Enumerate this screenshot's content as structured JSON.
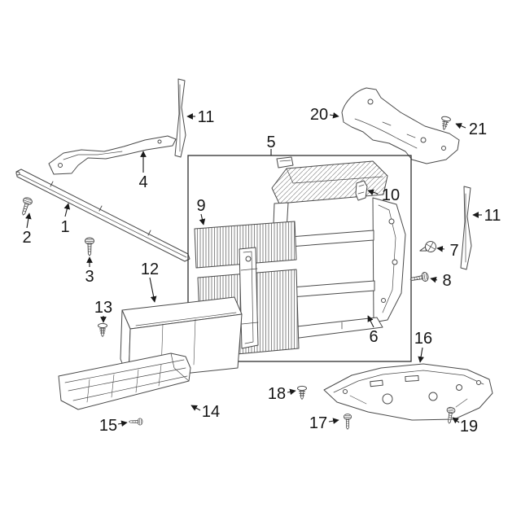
{
  "figure": {
    "background": "#ffffff",
    "line_color": "#4a4a4a",
    "frame_color": "#2e2e2e",
    "label_color": "#161616"
  },
  "callouts": [
    "1",
    "2",
    "3",
    "4",
    "5",
    "6",
    "7",
    "8",
    "9",
    "10",
    "11",
    "11",
    "12",
    "13",
    "14",
    "15",
    "16",
    "17",
    "18",
    "19",
    "20",
    "21"
  ]
}
